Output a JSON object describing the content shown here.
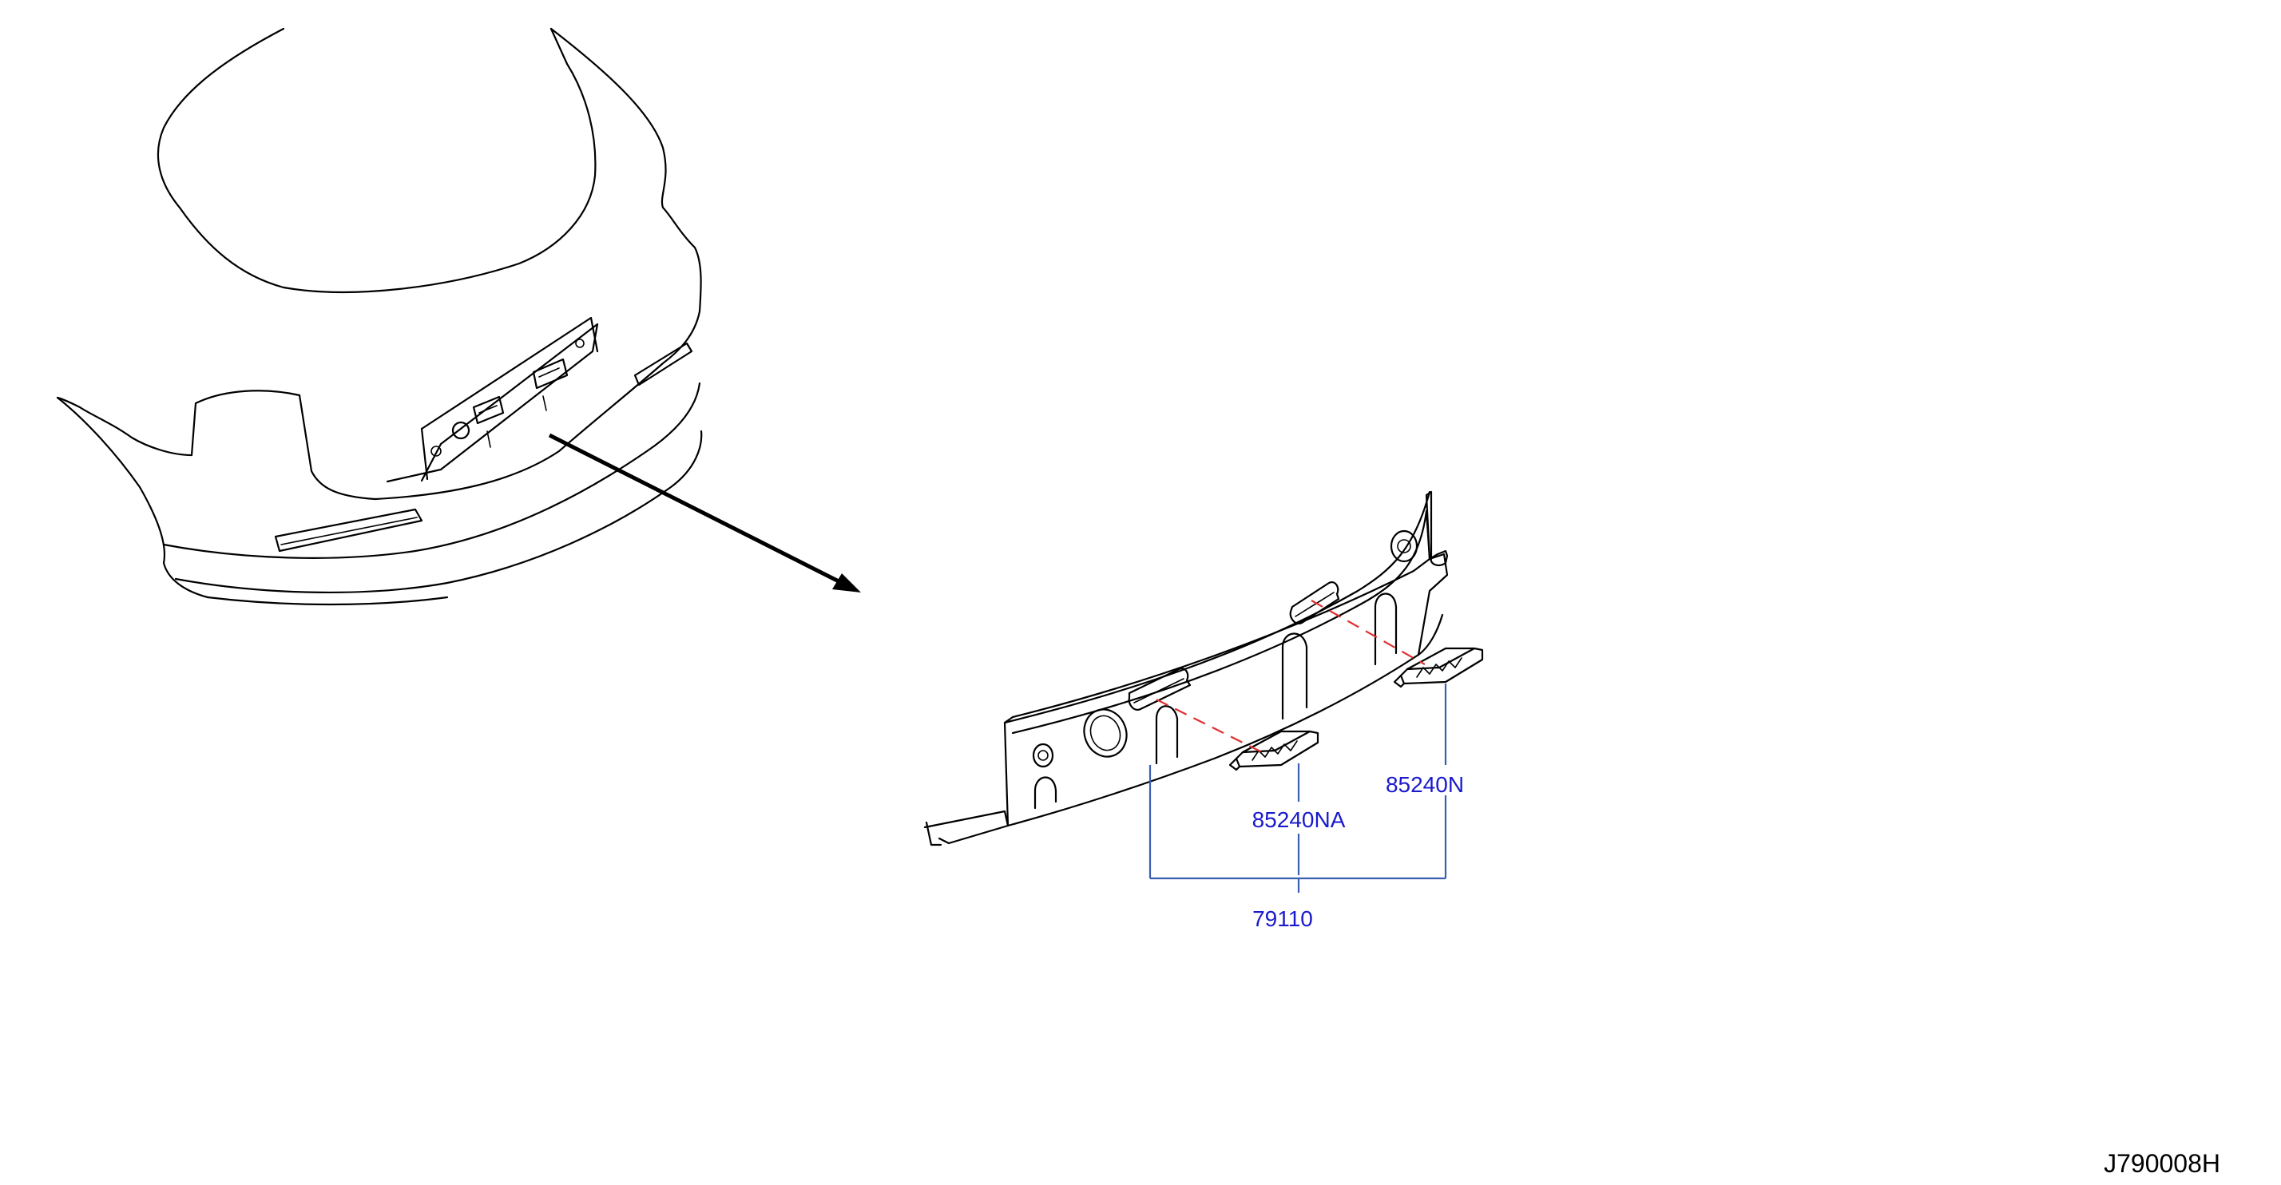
{
  "diagram": {
    "reference_code": "J790008H",
    "parts": [
      {
        "id": "part-85240NA",
        "label": "85240NA"
      },
      {
        "id": "part-85240N",
        "label": "85240N"
      },
      {
        "id": "part-79110",
        "label": "79110"
      }
    ],
    "colors": {
      "line": "#000000",
      "callout_text": "#1a1acc",
      "leader": "#3a5fb0",
      "dashed_guide": "#e03030"
    }
  }
}
